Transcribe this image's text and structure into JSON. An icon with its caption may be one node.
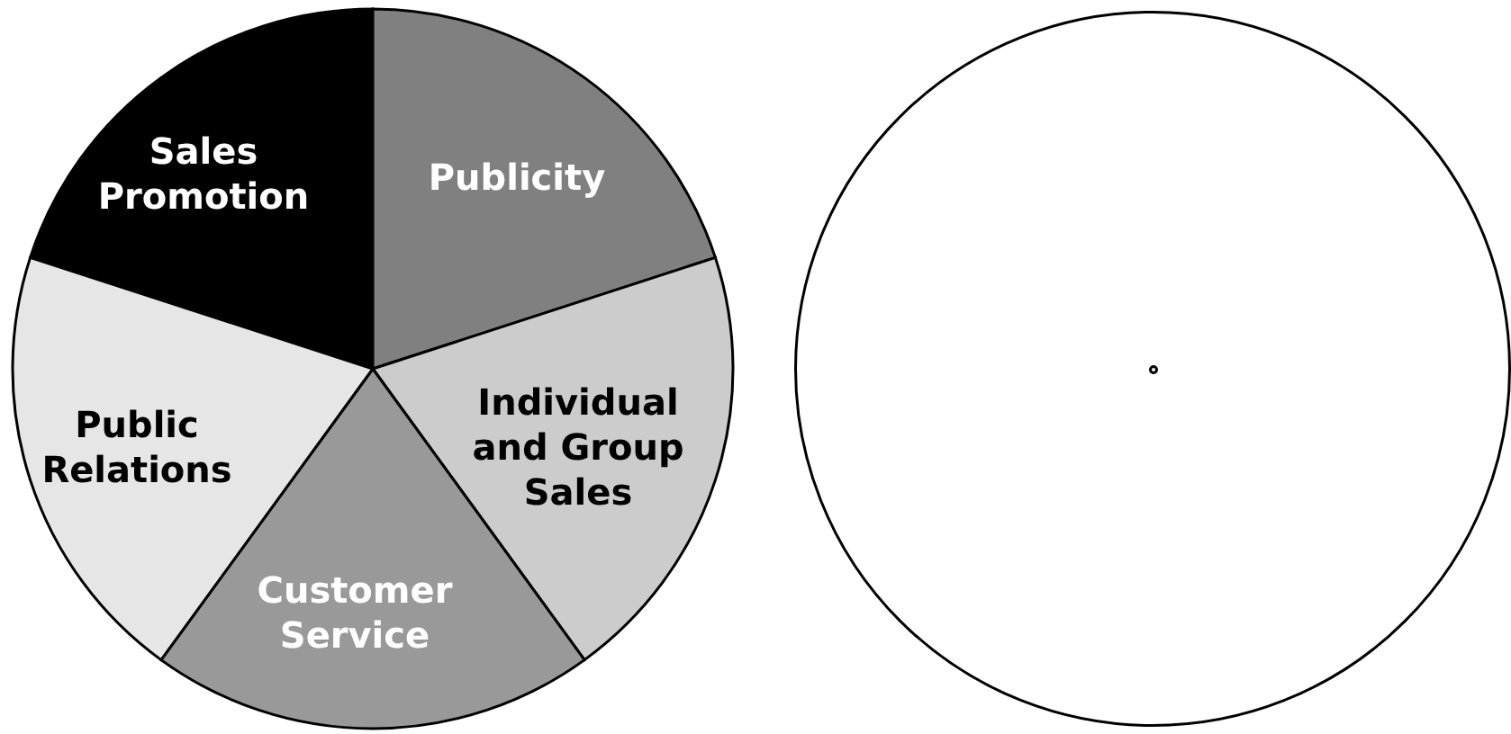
{
  "diagram": {
    "nodes": [
      {
        "text": [
          "Sales Promotion"
        ]
      },
      {
        "text": [
          "Publicity"
        ]
      },
      {
        "text": [
          "Individual and Group Sales"
        ]
      },
      {
        "text": [
          "Customer Service"
        ]
      },
      {
        "text": [
          "Public Relations"
        ]
      },
      {
        "text": [],
        "shape": "circle"
      },
      {
        "text": [],
        "shape": "circle",
        "in": 5
      }
    ]
  }
}
